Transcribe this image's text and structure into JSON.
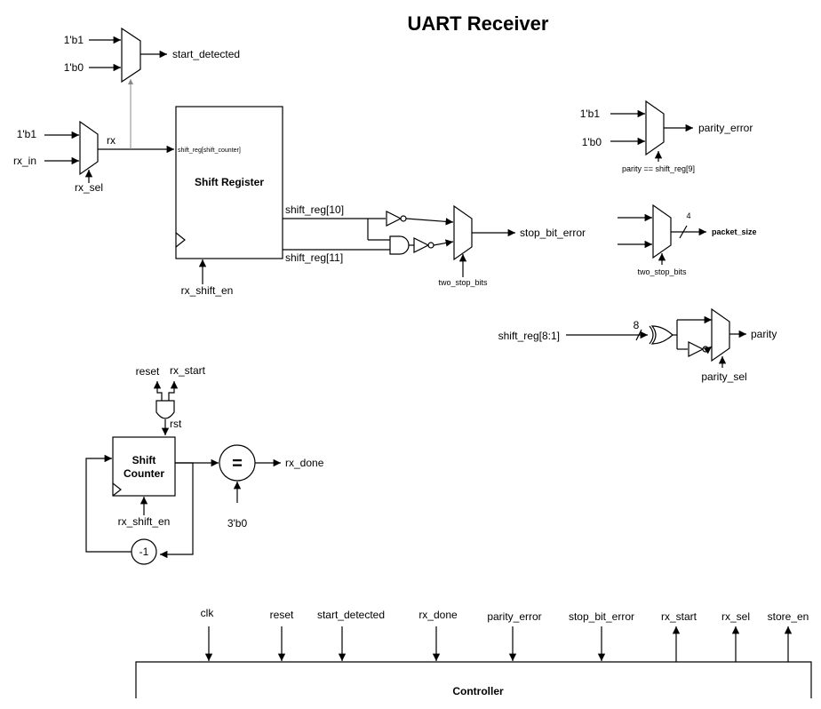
{
  "title": "UART Receiver",
  "mux_start": {
    "in0": "1'b1",
    "in1": "1'b0",
    "out": "start_detected"
  },
  "mux_rx": {
    "in0": "1'b1",
    "in1": "rx_in",
    "sel": "rx_sel",
    "out": "rx"
  },
  "shift_register": {
    "name": "Shift Register",
    "port_in": "shift_reg[shift_counter]",
    "out_a": "shift_reg[10]",
    "out_b": "shift_reg[11]",
    "enable": "rx_shift_en"
  },
  "mux_stop": {
    "sel": "two_stop_bits",
    "out": "stop_bit_error"
  },
  "mux_parity_err": {
    "in0": "1'b1",
    "in1": "1'b0",
    "sel": "parity == shift_reg[9]",
    "out": "parity_error"
  },
  "mux_packet": {
    "sel": "two_stop_bits",
    "width": "4",
    "out": "packet_size"
  },
  "parity_gen": {
    "in": "shift_reg[8:1]",
    "width": "8",
    "sel": "parity_sel",
    "out": "parity"
  },
  "counter": {
    "name": "Shift Counter",
    "reset": "reset",
    "start": "rx_start",
    "rst": "rst",
    "enable": "rx_shift_en",
    "cmp": "=",
    "const": "3'b0",
    "out": "rx_done",
    "dec": "-1"
  },
  "controller": {
    "name": "Controller",
    "inputs": [
      "clk",
      "reset",
      "start_detected",
      "rx_done",
      "parity_error",
      "stop_bit_error"
    ],
    "outputs": [
      "rx_start",
      "rx_sel",
      "store_en"
    ]
  }
}
